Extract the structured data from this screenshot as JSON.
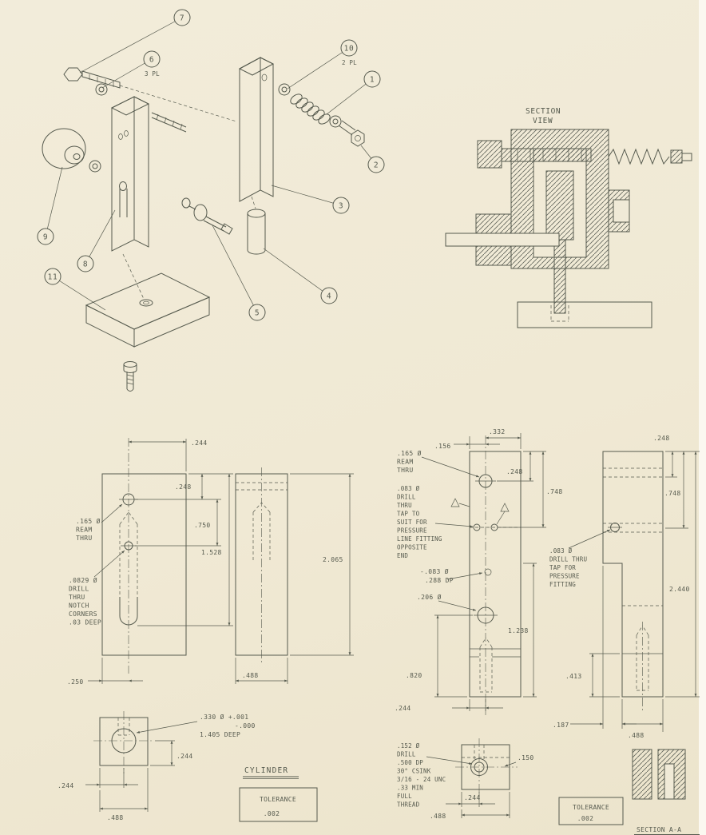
{
  "paper": {
    "background": "#f0ead7",
    "ink": "#565a4e"
  },
  "exploded_view": {
    "balloons": [
      {
        "label": "1"
      },
      {
        "label": "2"
      },
      {
        "label": "3"
      },
      {
        "label": "4"
      },
      {
        "label": "5"
      },
      {
        "label": "6",
        "note": "3 PL"
      },
      {
        "label": "7"
      },
      {
        "label": "8"
      },
      {
        "label": "9"
      },
      {
        "label": "10",
        "note": "2 PL"
      },
      {
        "label": "11"
      }
    ]
  },
  "section_view": {
    "title": [
      "SECTION",
      "VIEW"
    ]
  },
  "cylinder_detail": {
    "dims": {
      "hole_to_edge": ".244",
      "top_to_hole": ".248",
      "hole_spacing": ".750",
      "slot_depth": "1.528",
      "overall_height": "2.065",
      "edge_to_hole": ".250",
      "side_width": ".488",
      "bottom_center_to_edge": ".244",
      "bottom_edge_to_center": ".244",
      "bottom_width": ".488"
    },
    "notes": {
      "ream": [
        ".165 Ø",
        "REAM",
        "THRU"
      ],
      "drill": [
        ".0829 Ø",
        "DRILL",
        "THRU",
        "NOTCH",
        "CORNERS",
        ".03 DEEP"
      ],
      "bore_line1": ".330 Ø +.001",
      "bore_line2": "-.000",
      "bore_line3": "1.405 DEEP"
    },
    "title": "CYLINDER",
    "tolerance_label": "TOLERANCE",
    "tolerance_value": ".002"
  },
  "body_detail": {
    "dims": {
      "left_offset": ".156",
      "right_offset": ".332",
      "top_to_ream": ".248",
      "top_to_port": ".748",
      "side_top_to_hole": ".248",
      "side_top_to_port": ".748",
      "overall_height": "2.440",
      "mid_height": "1.238",
      "lower_height": ".820",
      "step_height": ".413",
      "bottom_offset": ".244",
      "step_offset": ".187",
      "side_width": ".488",
      "boss_hole_offset": ".150",
      "boss_offset": ".244",
      "boss_width": ".488"
    },
    "notes": {
      "ream": [
        ".165 Ø",
        "REAM",
        "THRU"
      ],
      "cross_drill": [
        ".083 Ø",
        "DRILL",
        "THRU",
        "TAP TO",
        "SUIT FOR",
        "PRESSURE",
        "LINE FITTING",
        "OPPOSITE",
        "END"
      ],
      "depth_line1": "-.083 Ø",
      "depth_line2": ".288 DP",
      "bore": ".206 Ø",
      "fitting": [
        ".083 Ø",
        "DRILL THRU",
        "TAP FOR",
        "PRESSURE",
        "FITTING"
      ],
      "csink": [
        ".152 Ø",
        "DRILL",
        ".500 DP",
        "30° CSINK",
        "3/16 - 24 UNC",
        ".33 MIN",
        "FULL",
        "THREAD"
      ]
    },
    "tolerance_label": "TOLERANCE",
    "tolerance_value": ".002",
    "section_label": "SECTION A-A"
  }
}
